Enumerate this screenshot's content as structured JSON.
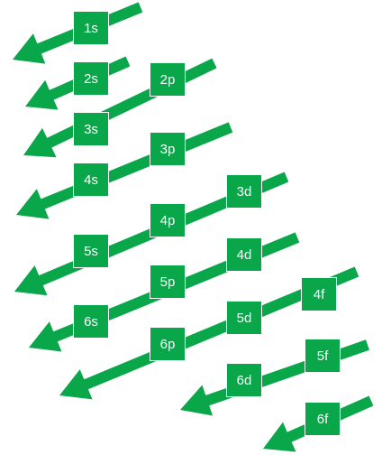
{
  "colors": {
    "fill": "#0aa64a",
    "box_border": "#ffffff",
    "text": "#ffffff",
    "background": "#ffffff"
  },
  "diagram": {
    "type": "aufbau-principle-orbital-filling-order",
    "arrow_direction": "down-left",
    "diagonals": [
      [
        "1s"
      ],
      [
        "2s"
      ],
      [
        "2p",
        "3s"
      ],
      [
        "3p",
        "4s"
      ],
      [
        "3d",
        "4p",
        "5s"
      ],
      [
        "4d",
        "5p",
        "6s"
      ],
      [
        "4f",
        "5d",
        "6p"
      ],
      [
        "5f",
        "6d"
      ],
      [
        "6f"
      ]
    ]
  },
  "orbitals": {
    "o1s": "1s",
    "o2s": "2s",
    "o2p": "2p",
    "o3s": "3s",
    "o3p": "3p",
    "o4s": "4s",
    "o3d": "3d",
    "o4p": "4p",
    "o5s": "5s",
    "o4d": "4d",
    "o5p": "5p",
    "o6s": "6s",
    "o4f": "4f",
    "o5d": "5d",
    "o6p": "6p",
    "o5f": "5f",
    "o6d": "6d",
    "o6f": "6f"
  }
}
